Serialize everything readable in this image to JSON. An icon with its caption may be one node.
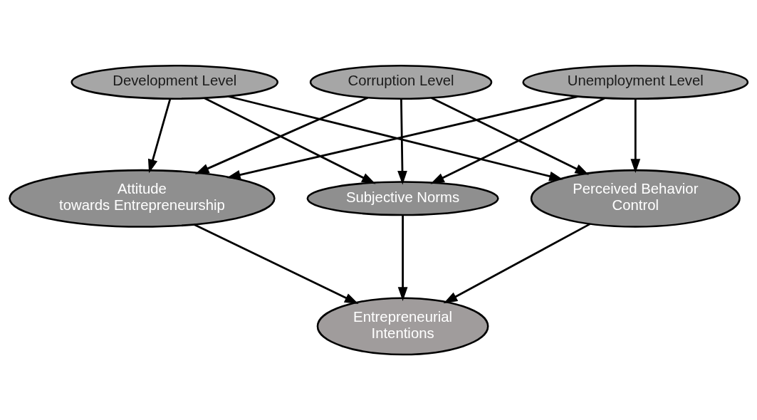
{
  "diagram": {
    "nodes": [
      {
        "text": [
          "Development Level"
        ]
      },
      {
        "text": [
          "Corruption Level"
        ]
      },
      {
        "text": [
          "Unemployment Level"
        ]
      },
      {
        "text": [
          "Attitude towards Entrepreneurship"
        ]
      },
      {
        "text": [
          "Subjective Norms"
        ]
      },
      {
        "text": [
          "Perceived Behavior Control"
        ]
      },
      {
        "text": [
          "Entrepreneurial Intentions"
        ]
      }
    ],
    "edges": [
      {
        "from": 0,
        "to": 3,
        "arrow": "to"
      },
      {
        "from": 0,
        "to": 4,
        "arrow": "to"
      },
      {
        "from": 0,
        "to": 5,
        "arrow": "to"
      },
      {
        "from": 1,
        "to": 3,
        "arrow": "to"
      },
      {
        "from": 1,
        "to": 4,
        "arrow": "to"
      },
      {
        "from": 1,
        "to": 5,
        "arrow": "to"
      },
      {
        "from": 2,
        "to": 3,
        "arrow": "to"
      },
      {
        "from": 2,
        "to": 4,
        "arrow": "to"
      },
      {
        "from": 2,
        "to": 5,
        "arrow": "to"
      },
      {
        "from": 3,
        "to": 6,
        "arrow": "to"
      },
      {
        "from": 4,
        "to": 6,
        "arrow": "to"
      },
      {
        "from": 5,
        "to": 6,
        "arrow": "to"
      }
    ]
  }
}
